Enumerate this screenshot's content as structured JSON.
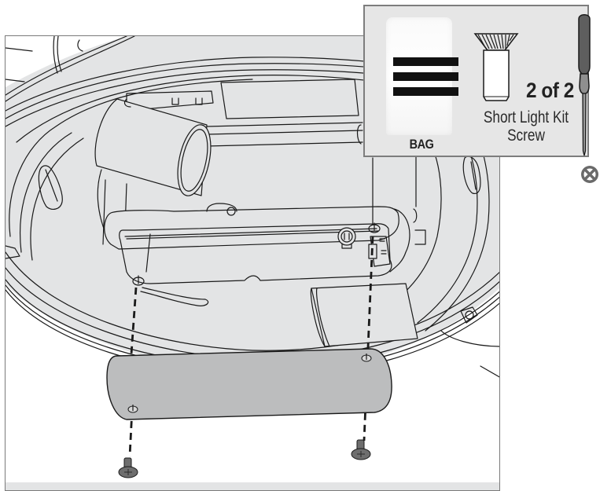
{
  "diagram": {
    "kind": "assembly-instruction",
    "subject": "light kit cover plate attached to fan switch housing with two screws",
    "colors": {
      "frame_background": "#e3e4e5",
      "frame_border": "#7a7a7a",
      "cover_plate_fill": "#bcbdbe",
      "line_color": "#1a1a1a",
      "callout_background": "#e6e6e6",
      "callout_border": "#7d7d7d",
      "screw_fill": "#6e6e6e"
    }
  },
  "callout": {
    "bag": {
      "icon": "hardware-bag-icon",
      "stripes": 3,
      "label": "BAG"
    },
    "part": {
      "icon": "screw-icon",
      "count": "2 of 2",
      "name_line1": "Short Light Kit",
      "name_line2": "Screw"
    },
    "tool": {
      "icon": "phillips-screwdriver-icon"
    },
    "warning": {
      "icon": "no-power-drill-icon"
    }
  },
  "illustration": {
    "parts": [
      {
        "name": "switch-housing",
        "icon": "housing-ring"
      },
      {
        "name": "light-socket",
        "icon": "socket-cylinder"
      },
      {
        "name": "cover-plate",
        "icon": "cover-plate"
      },
      {
        "name": "screw-left",
        "icon": "screw-icon"
      },
      {
        "name": "screw-right",
        "icon": "screw-icon"
      }
    ],
    "guide_lines": 2
  }
}
